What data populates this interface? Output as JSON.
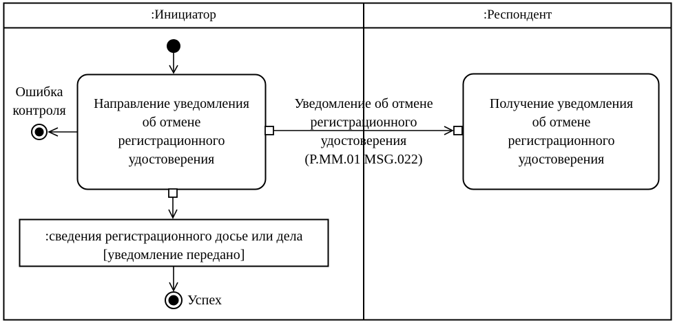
{
  "diagram_title": "activity-diagram-cancel-registration-certificate",
  "colors": {
    "line": "#000000",
    "background": "#ffffff"
  },
  "lanes": {
    "initiator": {
      "label": ":Инициатор"
    },
    "respondent": {
      "label": ":Респондент"
    }
  },
  "nodes": {
    "send_action": {
      "lines": [
        "Направление уведомления",
        "об отмене",
        "регистрационного",
        "удостоверения"
      ]
    },
    "receive_action": {
      "lines": [
        "Получение уведомления",
        "об отмене",
        "регистрационного",
        "удостоверения"
      ]
    },
    "object_data": {
      "lines": [
        ":сведения регистрационного досье или дела",
        "[уведомление передано]"
      ]
    }
  },
  "labels": {
    "error": {
      "lines": [
        "Ошибка",
        "контроля"
      ]
    },
    "message": {
      "lines": [
        "Уведомление об отмене",
        "регистрационного",
        "удостоверения",
        "(P.MM.01 MSG.022)"
      ]
    },
    "success": "Успех"
  }
}
